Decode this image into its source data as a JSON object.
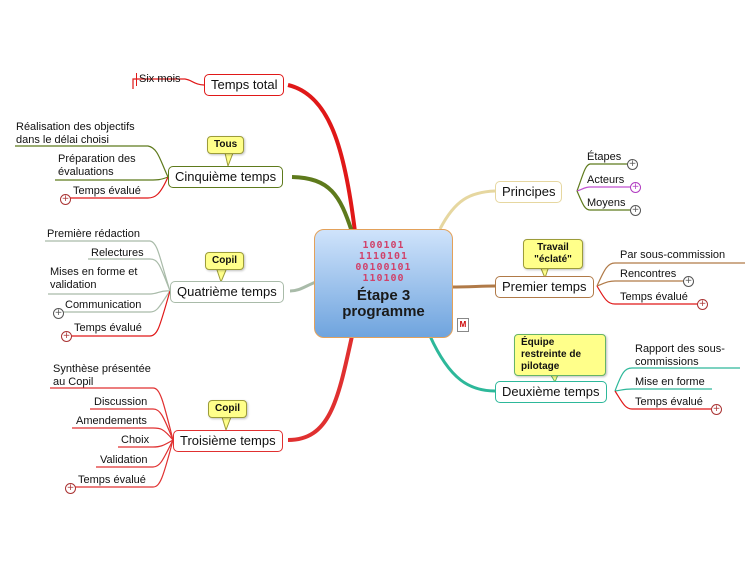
{
  "center": {
    "binary": [
      "100101",
      "1110101",
      "00100101",
      "110100"
    ],
    "title_line1": "Étape 3",
    "title_line2": "programme"
  },
  "topics": {
    "temps_total": "Temps total",
    "cinquieme": "Cinquième temps",
    "quatrieme": "Quatrième temps",
    "troisieme": "Troisième temps",
    "principes": "Principes",
    "premier": "Premier temps",
    "deuxieme": "Deuxième temps"
  },
  "callouts": {
    "tous": "Tous",
    "copil_q": "Copil",
    "copil_t": "Copil",
    "travail": "Travail \"éclaté\"",
    "equipe": "Équipe restreinte de pilotage"
  },
  "left": {
    "six_mois": "Six mois",
    "realisation": "Réalisation des objectifs dans le délai choisi",
    "preparation": "Préparation des évaluations",
    "temps_evalue_5": "Temps évalué",
    "premiere_redaction": "Première rédaction",
    "relectures": "Relectures",
    "mises_en_forme": "Mises en forme et validation",
    "communication": "Communication",
    "temps_evalue_4": "Temps évalué",
    "synthese": "Synthèse présentée au Copil",
    "discussion": "Discussion",
    "amendements": "Amendements",
    "choix": "Choix",
    "validation": "Validation",
    "temps_evalue_3": "Temps évalué"
  },
  "right": {
    "etapes": "Étapes",
    "acteurs": "Acteurs",
    "moyens": "Moyens",
    "par_sous_commission": "Par sous-commission",
    "rencontres": "Rencontres",
    "temps_evalue_1": "Temps évalué",
    "rapport": "Rapport des sous-commissions",
    "mise_en_forme": "Mise en forme",
    "temps_evalue_2": "Temps évalué"
  },
  "colors": {
    "red": "#e02020",
    "olive": "#5e7a1c",
    "gray_green": "#a9bba9",
    "beige": "#e6d7a0",
    "brown": "#b07a48",
    "teal": "#2db89a",
    "purple": "#c050d0"
  }
}
